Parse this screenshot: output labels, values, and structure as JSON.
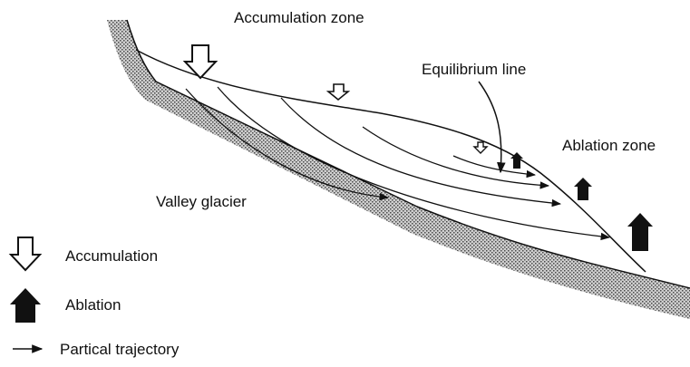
{
  "labels": {
    "accumulation_zone": "Accumulation zone",
    "equilibrium_line": "Equilibrium line",
    "ablation_zone": "Ablation zone",
    "valley_glacier": "Valley glacier"
  },
  "legend": {
    "accumulation": "Accumulation",
    "ablation": "Ablation",
    "trajectory": "Partical trajectory"
  }
}
